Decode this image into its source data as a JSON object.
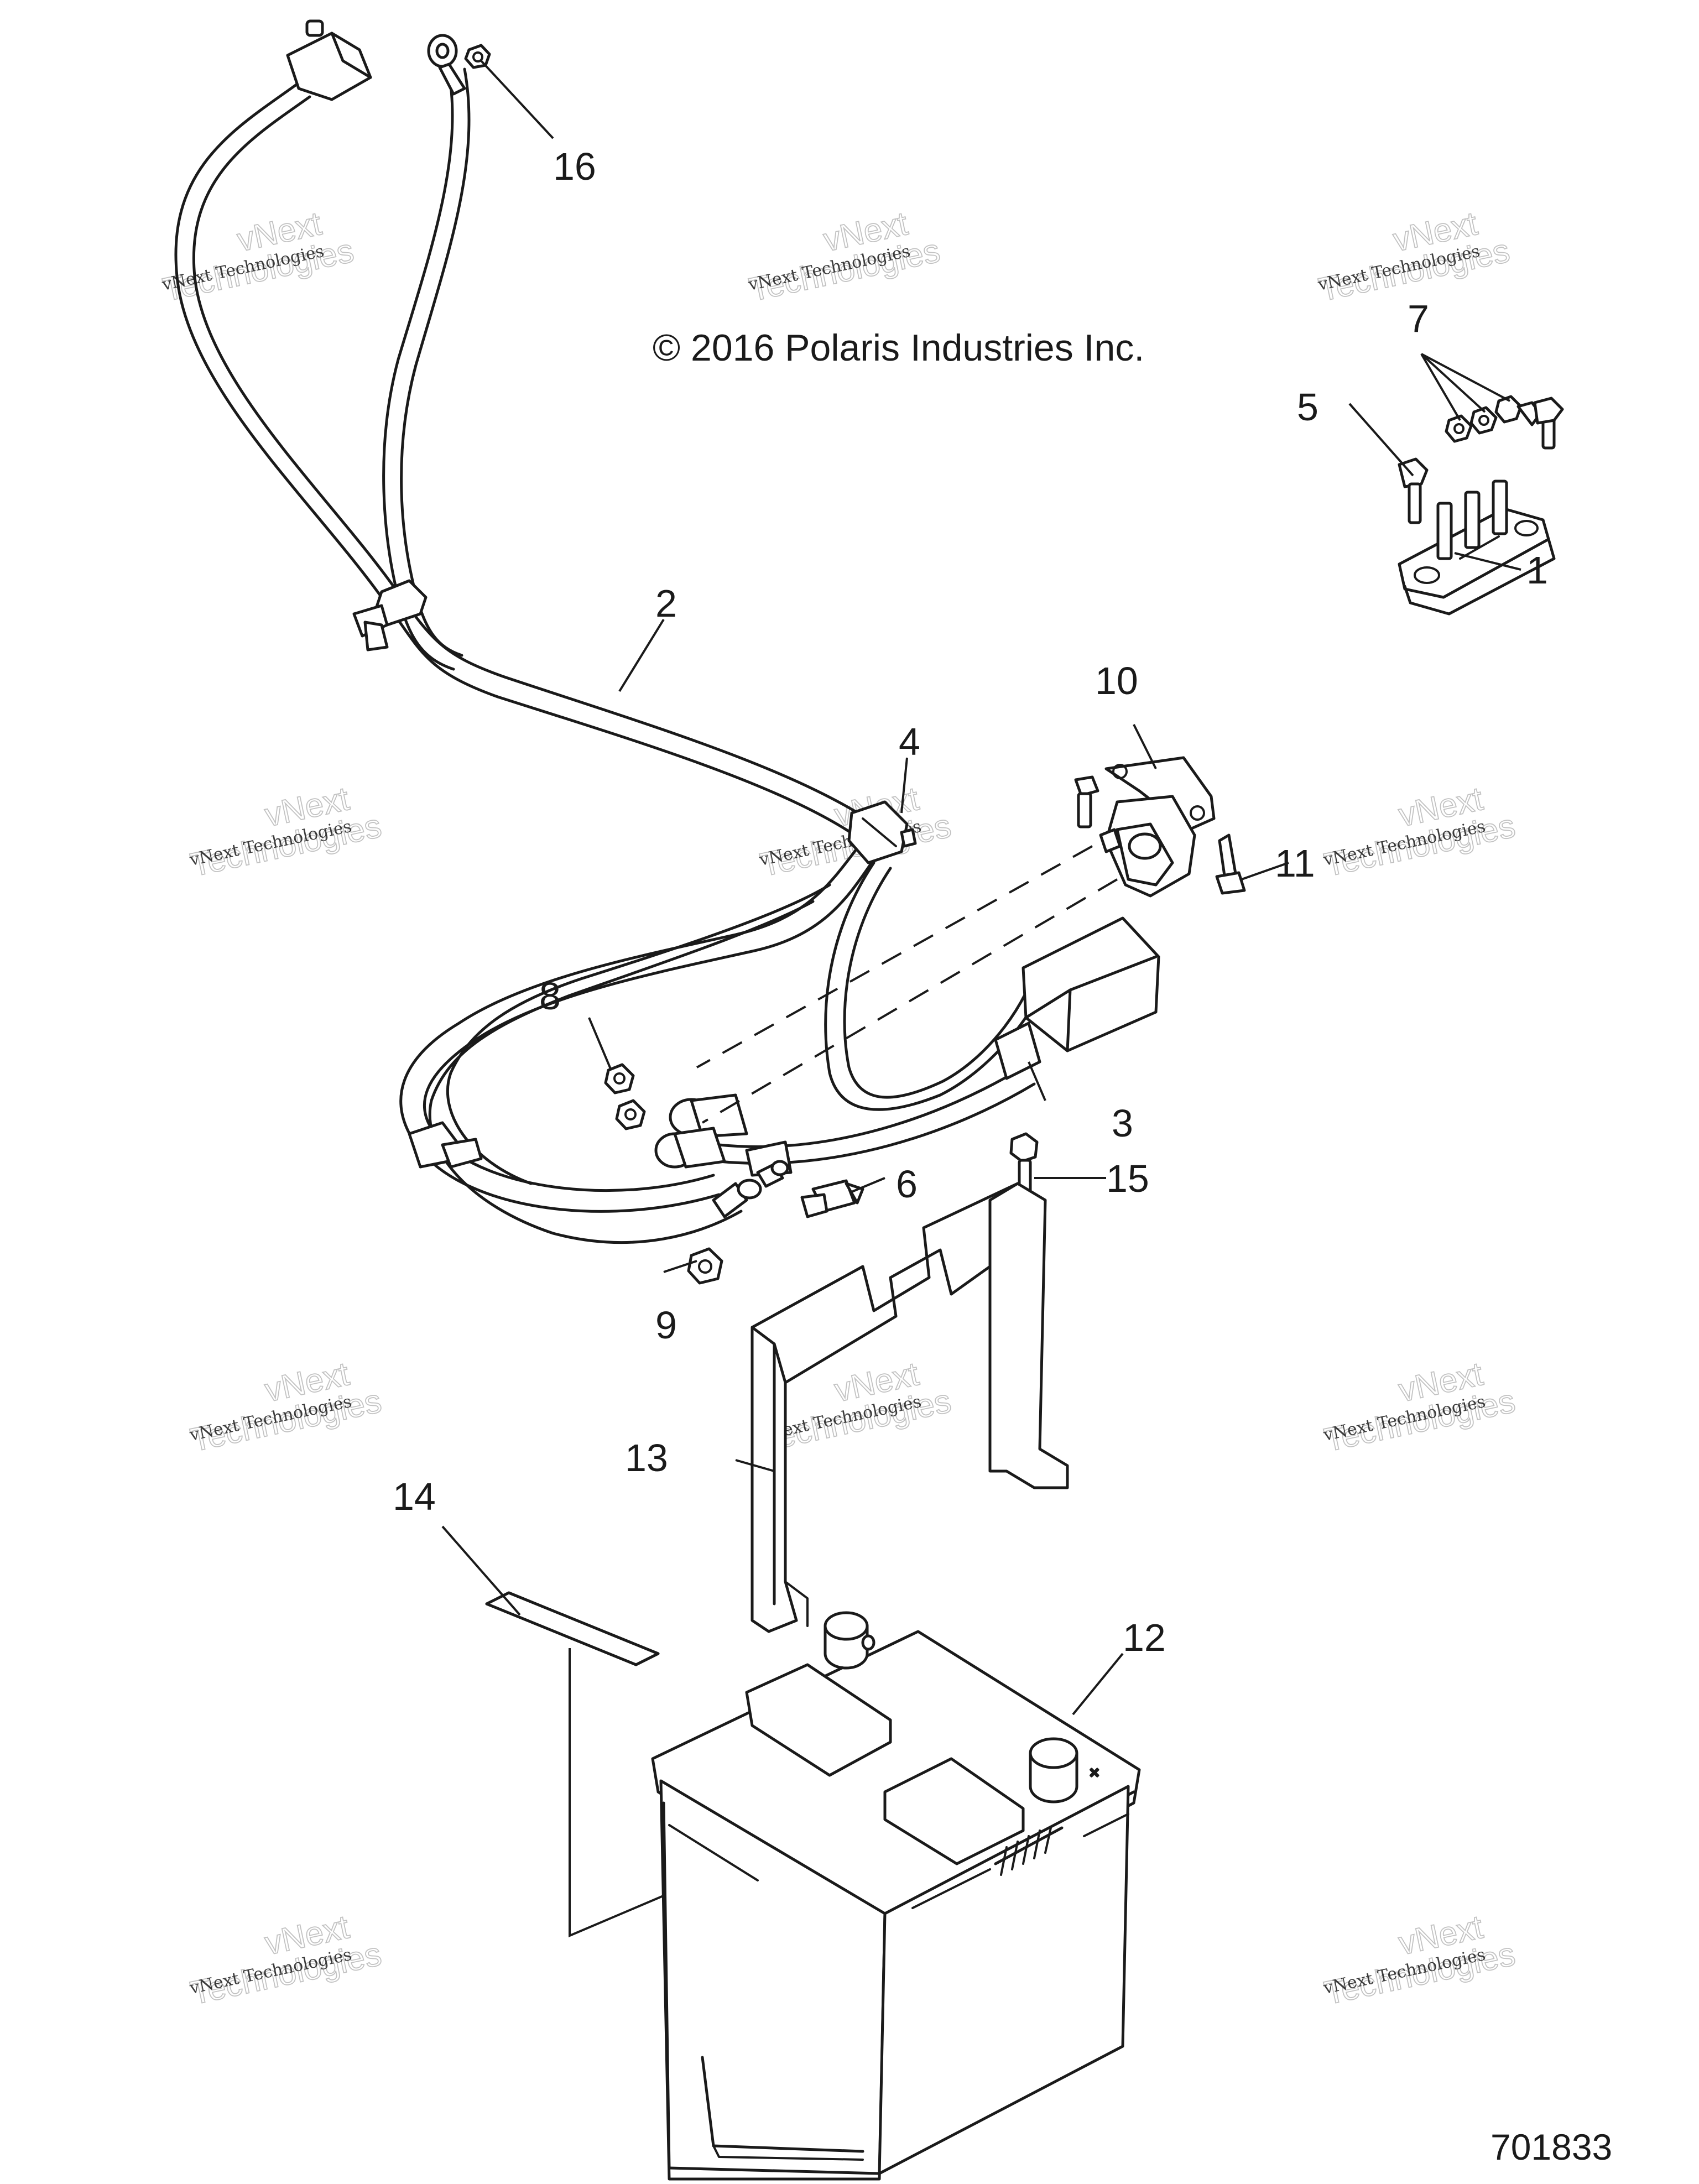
{
  "copyright": "© 2016 Polaris Industries Inc.",
  "figure_number": "701833",
  "watermark": {
    "line1": "vNext Technologies",
    "line2": "vNext",
    "line3": "Technologies"
  },
  "callouts": {
    "c1": "1",
    "c2": "2",
    "c3": "3",
    "c4": "4",
    "c5": "5",
    "c6": "6",
    "c7": "7",
    "c8": "8",
    "c9": "9",
    "c10": "10",
    "c11": "11",
    "c12": "12",
    "c13": "13",
    "c14": "14",
    "c15": "15",
    "c16": "16"
  }
}
